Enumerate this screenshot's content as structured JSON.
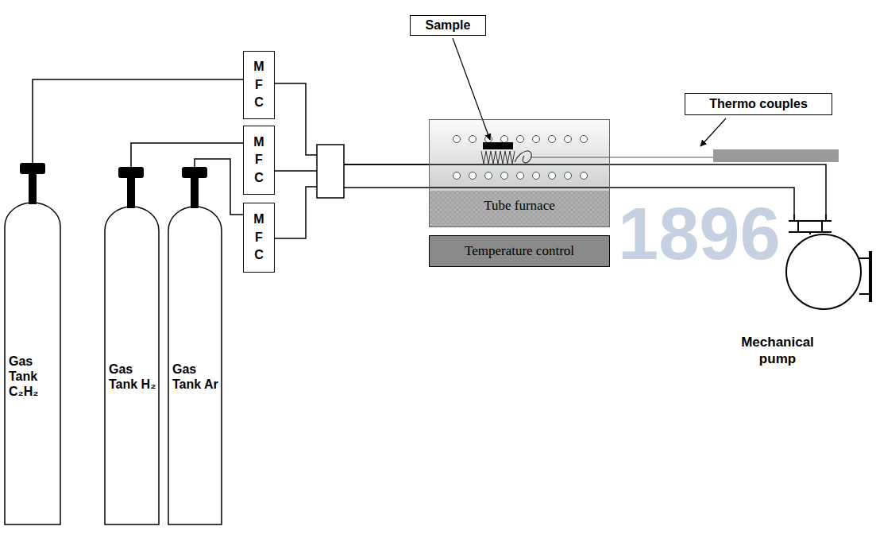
{
  "diagram": {
    "nodes": [
      {
        "text": [
          "Sample"
        ]
      },
      {
        "text": [
          "M F C"
        ]
      },
      {
        "text": [
          "Thermo couples"
        ]
      },
      {
        "text": [
          "M F C"
        ]
      },
      {
        "text": [
          "Tube furnace"
        ]
      },
      {
        "text": [
          "M F C"
        ]
      },
      {
        "text": [
          "Temperature control"
        ]
      },
      {
        "text": [
          "Gas Tank C₂H₂"
        ]
      },
      {
        "text": [
          "Gas Tank H₂"
        ]
      },
      {
        "text": [
          "Gas Tank Ar"
        ]
      },
      {
        "text": [
          "Mechanical pump"
        ]
      }
    ],
    "edges": [
      {
        "from": 7,
        "to": 1,
        "arrow": "none"
      },
      {
        "from": 8,
        "to": 3,
        "arrow": "none"
      },
      {
        "from": 9,
        "to": 5,
        "arrow": "none"
      },
      {
        "from": 1,
        "to": 4,
        "arrow": "none"
      },
      {
        "from": 3,
        "to": 4,
        "arrow": "none"
      },
      {
        "from": 5,
        "to": 4,
        "arrow": "none"
      },
      {
        "from": 4,
        "to": 10,
        "arrow": "none"
      }
    ],
    "labels": [
      "1896"
    ]
  }
}
